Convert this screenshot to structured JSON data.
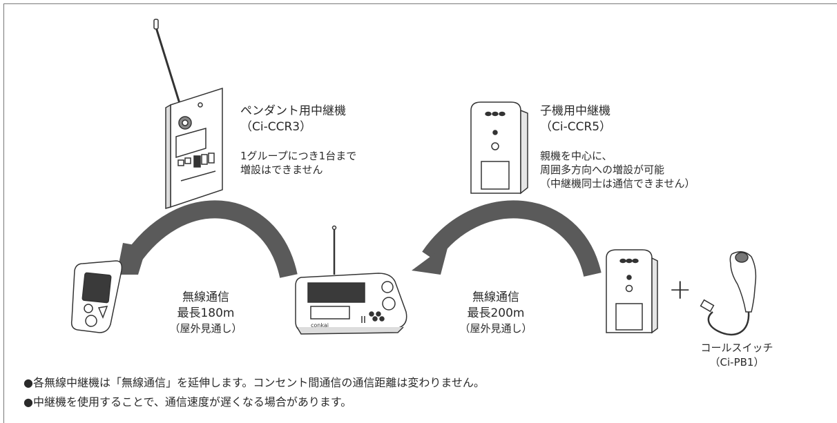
{
  "pendant_repeater": {
    "name": "ペンダント用中継機",
    "model": "（Ci-CCR3）",
    "note_lines": [
      "1グループにつき1台まで",
      "増設はできません"
    ]
  },
  "handset_repeater": {
    "name": "子機用中継機",
    "model": "（Ci-CCR5）",
    "note_lines": [
      "親機を中心に、",
      "周囲多方向への増設が可能",
      "（中継機同士は通信できません）"
    ]
  },
  "left_link": {
    "title": "無線通信",
    "range": "最長180m",
    "qualifier": "（屋外見通し）"
  },
  "right_link": {
    "title": "無線通信",
    "range": "最長200m",
    "qualifier": "（屋外見通し）"
  },
  "call_switch": {
    "name": "コールスイッチ",
    "model": "（Ci-PB1）"
  },
  "plus_sign": "+",
  "device_brand": "conkai",
  "footnotes": [
    "●各無線中継機は「無線通信」を延伸します。コンセント間通信の通信距離は変わりません。",
    "●中継機を使用することで、通信速度が遅くなる場合があります。"
  ],
  "colors": {
    "arrow": "#5a5a5a",
    "line": "#333333",
    "screen": "#3a3a3a"
  }
}
